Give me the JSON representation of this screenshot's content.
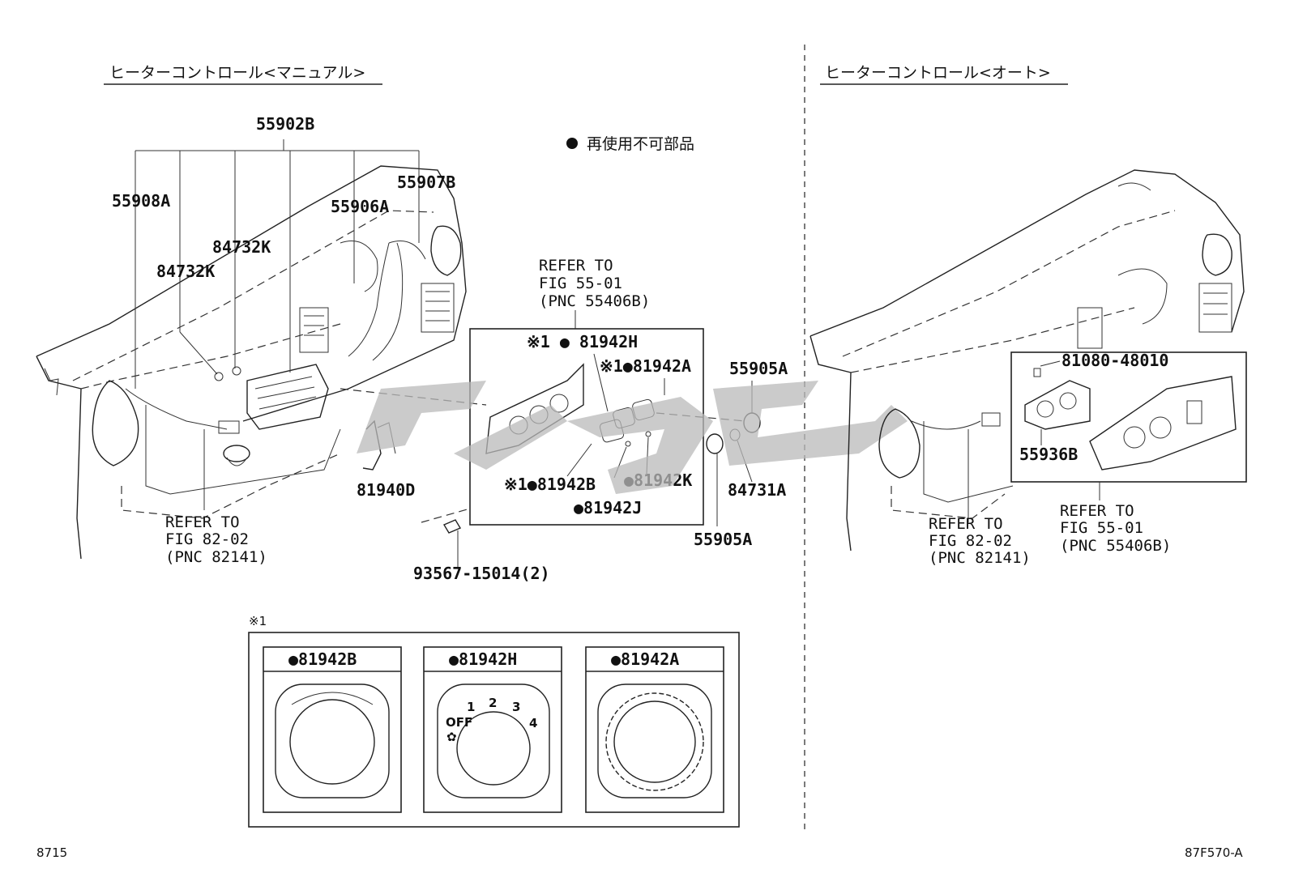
{
  "titles": {
    "left_section": "ヒーターコントロール<マニュアル>",
    "right_section": "ヒーターコントロール<オート>"
  },
  "legend": {
    "symbol": "●",
    "text": "再使用不可部品"
  },
  "part_labels": {
    "p55902B": "55902B",
    "p55908A": "55908A",
    "p55907B": "55907B",
    "p55906A": "55906A",
    "p84732K_1": "84732K",
    "p84732K_2": "84732K",
    "p81942H": "※1 ● 81942H",
    "p81942A": "※1●81942A",
    "p55905A_top": "55905A",
    "p55905A_bottom": "55905A",
    "p84731A": "84731A",
    "p81942B": "※1●81942B",
    "p81942K": "●81942K",
    "p81942J": "●81942J",
    "p81940D": "81940D",
    "p93567": "93567-15014(2)",
    "p81080": "81080-48010",
    "p55936B": "55936B"
  },
  "references": {
    "ref_fig5501_left": [
      "REFER TO",
      "FIG 55-01",
      "(PNC 55406B)"
    ],
    "ref_fig8202_left": [
      "REFER TO",
      "FIG 82-02",
      "(PNC 82141)"
    ],
    "ref_fig8202_right": [
      "REFER TO",
      "FIG 82-02",
      "(PNC 82141)"
    ],
    "ref_fig5501_right": [
      "REFER TO",
      "FIG 55-01",
      "(PNC 55406B)"
    ]
  },
  "detail_panel": {
    "note_mark": "※1",
    "items": [
      {
        "label": "●81942B"
      },
      {
        "label": "●81942H"
      },
      {
        "label": "●81942A"
      }
    ],
    "fan_dial": {
      "off": "OFF",
      "speeds": [
        "1",
        "2",
        "3",
        "4"
      ]
    }
  },
  "footer": {
    "left_code": "8715",
    "right_code": "87F570-A"
  }
}
